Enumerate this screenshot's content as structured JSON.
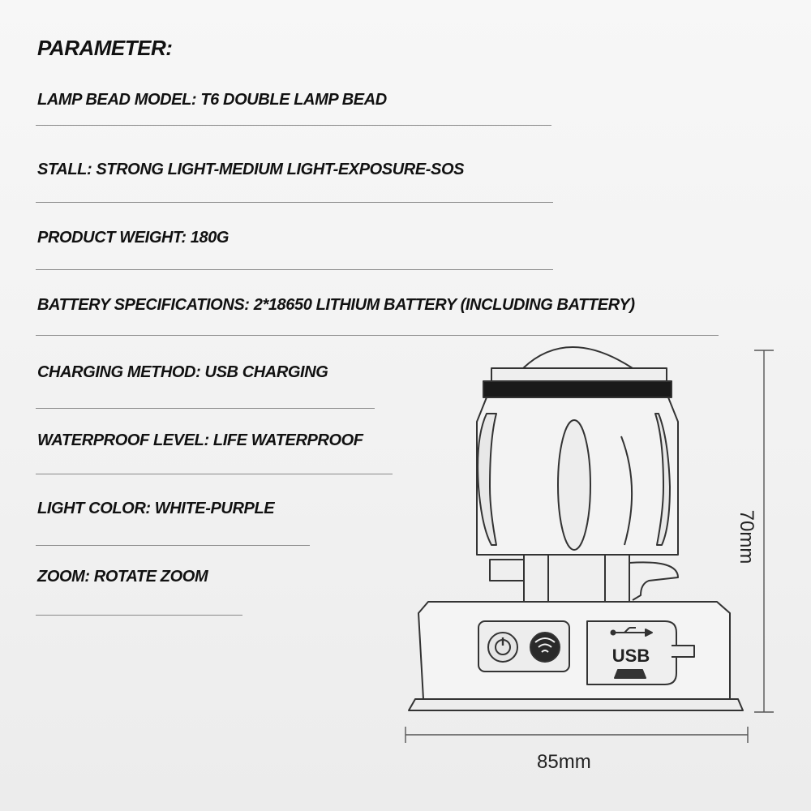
{
  "heading": "PARAMETER:",
  "specs": [
    "LAMP BEAD MODEL: T6 DOUBLE LAMP BEAD",
    "STALL: STRONG LIGHT-MEDIUM LIGHT-EXPOSURE-SOS",
    "PRODUCT WEIGHT: 180G",
    "BATTERY SPECIFICATIONS: 2*18650 LITHIUM BATTERY (INCLUDING BATTERY)",
    "CHARGING METHOD: USB CHARGING",
    "WATERPROOF LEVEL: LIFE WATERPROOF",
    "LIGHT COLOR: WHITE-PURPLE",
    "ZOOM: ROTATE ZOOM"
  ],
  "dimensions": {
    "width": "85mm",
    "height": "70mm"
  },
  "usb_label": "USB",
  "icons": [
    "power-icon",
    "sensor-wave-icon",
    "usb-icon",
    "usb-port-icon"
  ]
}
